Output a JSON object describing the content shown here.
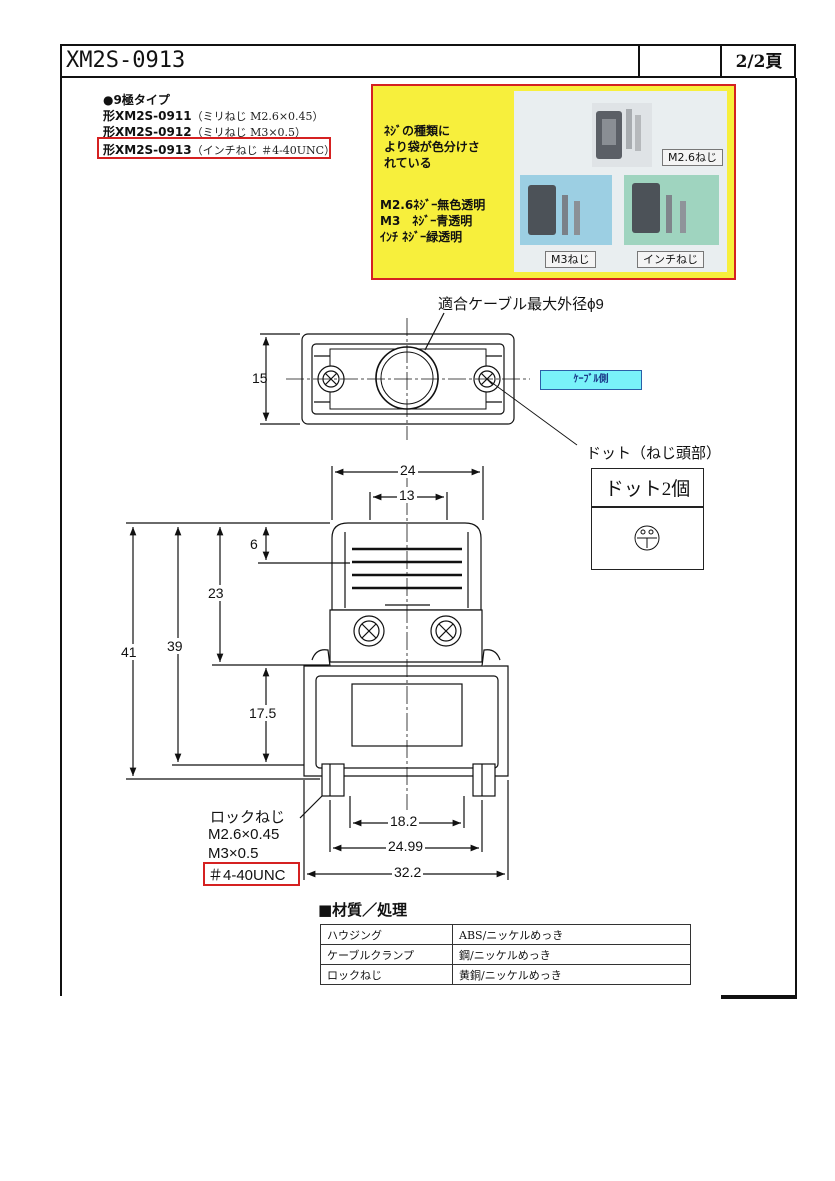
{
  "header": {
    "title": "XM2S-0913",
    "page": "2/2頁"
  },
  "variants": {
    "heading": "●9極タイプ",
    "items": [
      {
        "model": "形XM2S-0911",
        "spec": "（ミリねじ M2.6×0.45）"
      },
      {
        "model": "形XM2S-0912",
        "spec": "（ミリねじ M3×0.5）"
      },
      {
        "model": "形XM2S-0913",
        "spec": "（インチねじ ＃4-40UNC）"
      }
    ]
  },
  "photo": {
    "note_lines": [
      "ﾈｼﾞの種類に",
      "より袋が色分けさ",
      "れている"
    ],
    "color_lines": [
      "M2.6ﾈｼﾞｰ無色透明",
      "M3　ﾈｼﾞｰ青透明",
      "ｲﾝﾁ ﾈｼﾞｰ緑透明"
    ],
    "labels": {
      "m26": "M2.6ねじ",
      "m3": "M3ねじ",
      "inch": "インチねじ"
    },
    "colors": {
      "background": "#f7ef3c",
      "border": "#d52121"
    }
  },
  "drawing": {
    "cable_max_od": "適合ケーブル最大外径ϕ9",
    "cable_side": "ｹｰﾌﾞﾙ側",
    "dot_label": "ドット（ねじ頭部）",
    "dot_count": "ドット2個",
    "dims": {
      "d15": "15",
      "d24": "24",
      "d13": "13",
      "d6": "6",
      "d23": "23",
      "d41": "41",
      "d39": "39",
      "d175": "17.5",
      "d182": "18.2",
      "d2499": "24.99",
      "d322": "32.2"
    },
    "lock_screw": {
      "title": "ロックねじ",
      "specs": [
        "M2.6×0.45",
        "M3×0.5",
        "＃4-40UNC"
      ]
    }
  },
  "materials": {
    "title": "■材質／処理",
    "rows": [
      {
        "part": "ハウジング",
        "material": "ABS/ニッケルめっき"
      },
      {
        "part": "ケーブルクランプ",
        "material": "鋼/ニッケルめっき"
      },
      {
        "part": "ロックねじ",
        "material": "黄銅/ニッケルめっき"
      }
    ]
  }
}
